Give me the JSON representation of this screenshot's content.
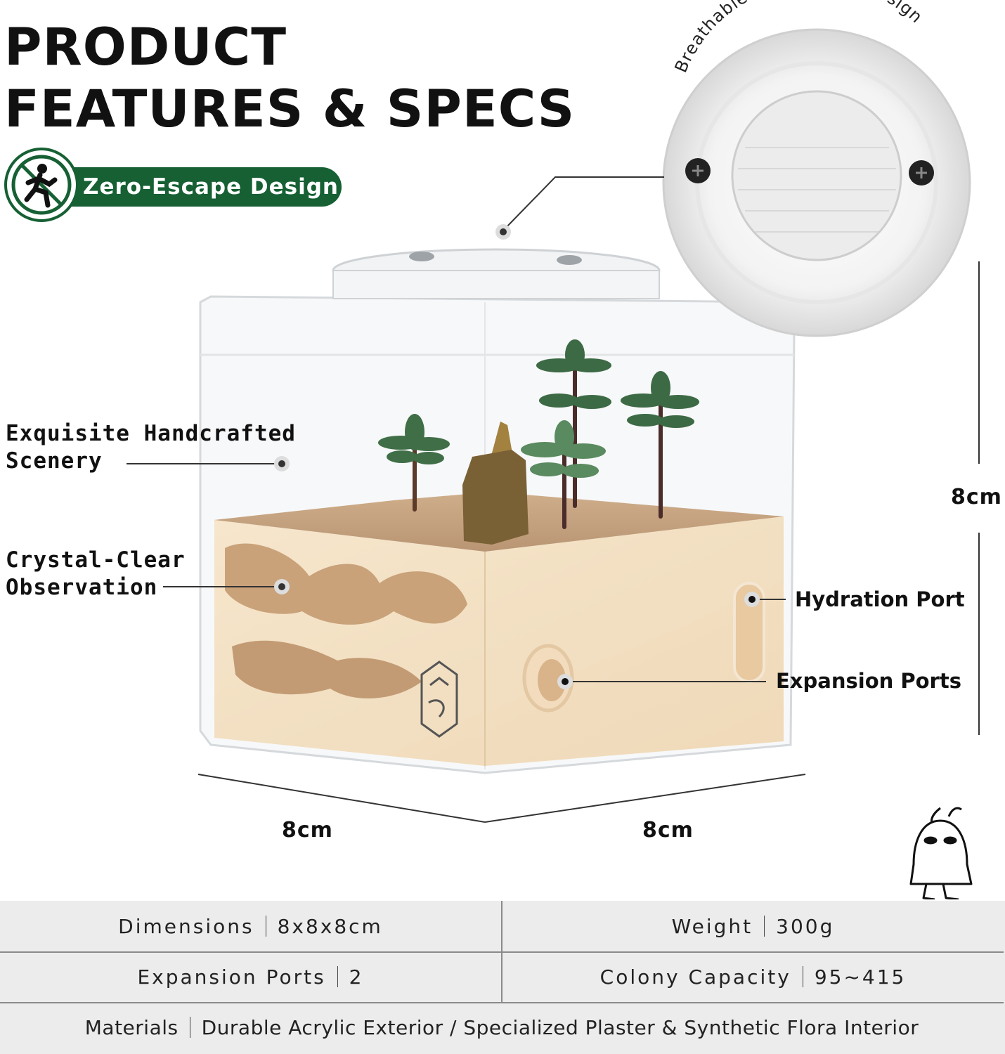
{
  "title": {
    "line1": "PRODUCT",
    "line2": "FEATURES & SPECS"
  },
  "badge": {
    "label": "Zero-Escape Design",
    "icon": "no-escape-icon",
    "color": "#166034"
  },
  "dome": {
    "label": "Breathable Mesh Dome Design"
  },
  "features": {
    "scenery": [
      "Exquisite Handcrafted",
      "Scenery"
    ],
    "observation": [
      "Crystal-Clear",
      "Observation"
    ]
  },
  "ports": {
    "hydration": "Hydration Port",
    "expansion": "Expansion Ports"
  },
  "dimensions": {
    "height": "8cm",
    "width_left": "8cm",
    "width_right": "8cm"
  },
  "mascot": {
    "icon": "ghost-mascot-icon"
  },
  "specs": {
    "row1": {
      "left_key": "Dimensions",
      "left_val": "8x8x8cm",
      "right_key": "Weight",
      "right_val": "300g"
    },
    "row2": {
      "left_key": "Expansion Ports",
      "left_val": "2",
      "right_key": "Colony Capacity",
      "right_val": "95~415"
    },
    "row3": {
      "key": "Materials",
      "val": "Durable Acrylic Exterior / Specialized Plaster & Synthetic Flora Interior"
    }
  }
}
